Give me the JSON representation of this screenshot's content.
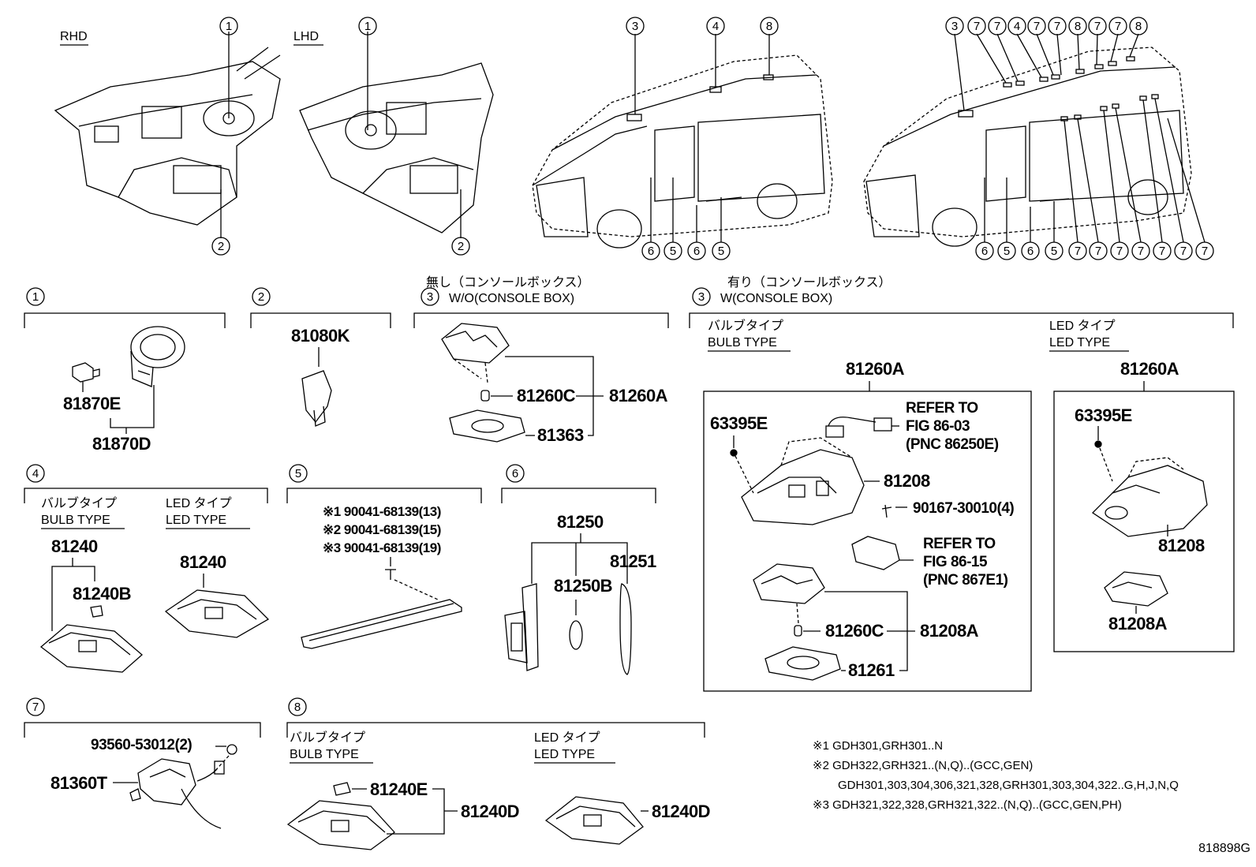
{
  "top": {
    "rhd": "RHD",
    "lhd": "LHD",
    "callouts_van1": [
      "3",
      "4",
      "8",
      "6",
      "5",
      "6",
      "5"
    ],
    "callouts_van2_top": [
      "3",
      "7",
      "7",
      "4",
      "7",
      "7",
      "8",
      "7",
      "7",
      "8"
    ],
    "callouts_van2_bottom": [
      "6",
      "5",
      "6",
      "5",
      "7",
      "7",
      "7",
      "7",
      "7",
      "7",
      "7"
    ]
  },
  "sections": {
    "s1": {
      "num": "1",
      "parts": [
        "81870E",
        "81870D"
      ]
    },
    "s2": {
      "num": "2",
      "parts": [
        "81080K"
      ]
    },
    "s3a": {
      "num": "3",
      "title_jp": "無し（コンソールボックス）",
      "title_en": "W/O(CONSOLE BOX)",
      "parts": [
        "81260C",
        "81260A",
        "81363"
      ]
    },
    "s3b": {
      "num": "3",
      "title_jp": "有り（コンソールボックス）",
      "title_en": "W(CONSOLE BOX)",
      "bulb_jp": "バルブタイプ",
      "bulb_en": "BULB TYPE",
      "led_jp": "LED タイプ",
      "led_en": "LED TYPE",
      "parts_bulb": [
        "81260A",
        "63395E",
        "81208",
        "90167-30010(4)",
        "81260C",
        "81208A",
        "81261"
      ],
      "refer1": [
        "REFER TO",
        "FIG 86-03",
        "(PNC 86250E)"
      ],
      "refer2": [
        "REFER TO",
        "FIG 86-15",
        "(PNC 867E1)"
      ],
      "parts_led": [
        "81260A",
        "63395E",
        "81208",
        "81208A"
      ]
    },
    "s4": {
      "num": "4",
      "bulb_jp": "バルブタイプ",
      "bulb_en": "BULB TYPE",
      "led_jp": "LED タイプ",
      "led_en": "LED TYPE",
      "parts": [
        "81240",
        "81240B",
        "81240"
      ]
    },
    "s5": {
      "num": "5",
      "notes": [
        "※1 90041-68139(13)",
        "※2 90041-68139(15)",
        "※3 90041-68139(19)"
      ]
    },
    "s6": {
      "num": "6",
      "parts": [
        "81250",
        "81251",
        "81250B"
      ]
    },
    "s7": {
      "num": "7",
      "parts": [
        "93560-53012(2)",
        "81360T"
      ]
    },
    "s8": {
      "num": "8",
      "bulb_jp": "バルブタイプ",
      "bulb_en": "BULB TYPE",
      "led_jp": "LED タイプ",
      "led_en": "LED TYPE",
      "parts": [
        "81240E",
        "81240D",
        "81240D"
      ]
    }
  },
  "footnotes": [
    "※1 GDH301,GRH301..N",
    "※2 GDH322,GRH321..(N,Q)..(GCC,GEN)",
    "GDH301,303,304,306,321,328,GRH301,303,304,322..G,H,J,N,Q",
    "※3 GDH321,322,328,GRH321,322..(N,Q)..(GCC,GEN,PH)"
  ],
  "figure_id": "818898G"
}
